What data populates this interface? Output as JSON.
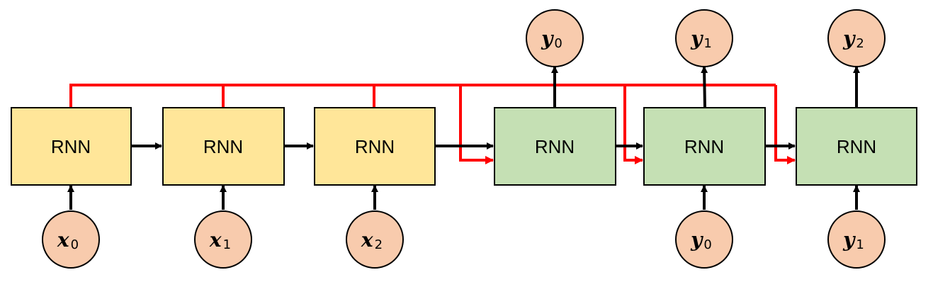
{
  "encoder": {
    "cells": [
      {
        "label": "RNN",
        "input": {
          "symbol": "x",
          "index": "0"
        }
      },
      {
        "label": "RNN",
        "input": {
          "symbol": "x",
          "index": "1"
        }
      },
      {
        "label": "RNN",
        "input": {
          "symbol": "x",
          "index": "2"
        }
      }
    ]
  },
  "decoder": {
    "cells": [
      {
        "label": "RNN",
        "output": {
          "symbol": "y",
          "index": "0"
        },
        "input": null
      },
      {
        "label": "RNN",
        "output": {
          "symbol": "y",
          "index": "1"
        },
        "input": {
          "symbol": "y",
          "index": "0"
        }
      },
      {
        "label": "RNN",
        "output": {
          "symbol": "y",
          "index": "2"
        },
        "input": {
          "symbol": "y",
          "index": "1"
        }
      }
    ]
  },
  "colors": {
    "encoder_fill": "#FFE699",
    "decoder_fill": "#C5E0B4",
    "node_fill": "#F8CBAD",
    "arrow": "#000000",
    "attention_arrow": "#FF0000"
  }
}
